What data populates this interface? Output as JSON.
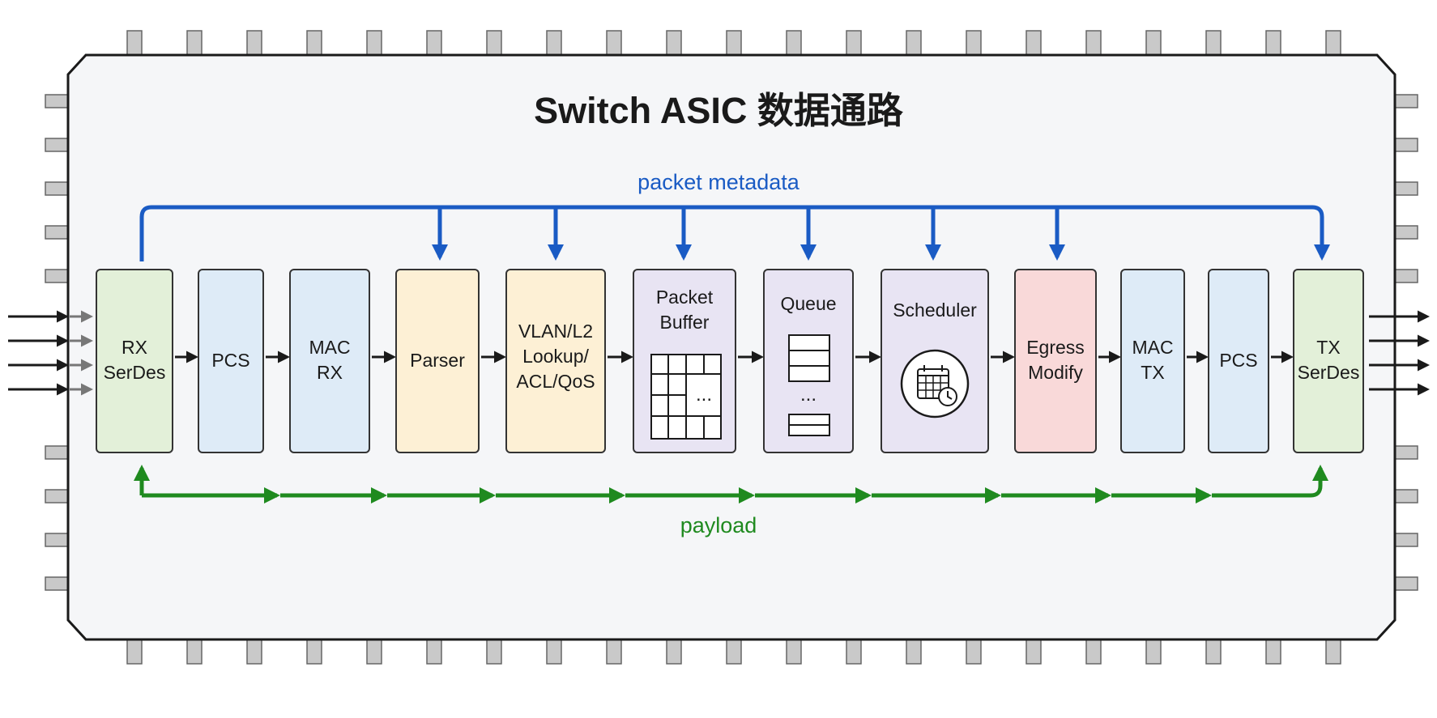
{
  "title": "Switch ASIC 数据通路",
  "metadata_label": "packet metadata",
  "payload_label": "payload",
  "blocks": [
    {
      "label": "RX\nSerDes",
      "color": "#e3f0d9"
    },
    {
      "label": "PCS",
      "color": "#deebf7"
    },
    {
      "label": "MAC\nRX",
      "color": "#deebf7"
    },
    {
      "label": "Parser",
      "color": "#fdf0d5"
    },
    {
      "label": "VLAN/L2\nLookup/\nACL/QoS",
      "color": "#fdf0d5"
    },
    {
      "label": "Packet\nBuffer",
      "color": "#e8e4f3"
    },
    {
      "label": "Queue",
      "color": "#e8e4f3"
    },
    {
      "label": "Scheduler",
      "color": "#e8e4f3"
    },
    {
      "label": "Egress\nModify",
      "color": "#f9d9d9"
    },
    {
      "label": "MAC\nTX",
      "color": "#deebf7"
    },
    {
      "label": "PCS",
      "color": "#deebf7"
    },
    {
      "label": "TX\nSerDes",
      "color": "#e3f0d9"
    }
  ],
  "buffer_ellipsis": "...",
  "queue_ellipsis": "...",
  "colors": {
    "metadata": "#1a5bc4",
    "payload": "#1f8a1f",
    "chip_fill": "#f5f6f8",
    "pin": "#c9c9c9"
  }
}
